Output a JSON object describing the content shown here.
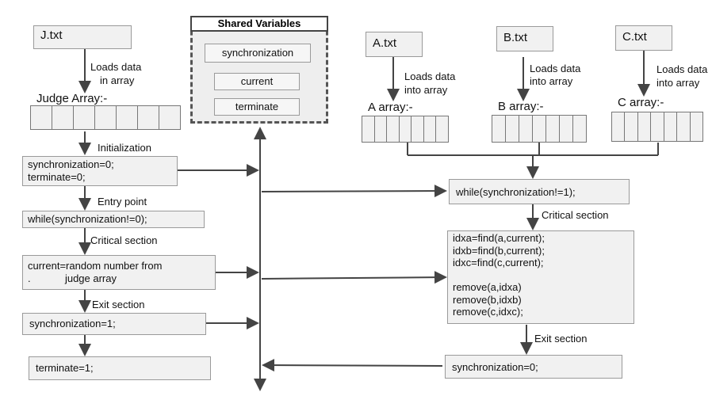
{
  "files": {
    "j": "J.txt",
    "a": "A.txt",
    "b": "B.txt",
    "c": "C.txt"
  },
  "loads": {
    "j": [
      "Loads data",
      "in array"
    ],
    "a": [
      "Loads data",
      "into array"
    ],
    "b": [
      "Loads data",
      "into array"
    ],
    "c": [
      "Loads data",
      "into array"
    ]
  },
  "arrays": {
    "judge": "Judge Array:-",
    "a": "A array:-",
    "b": "B array:-",
    "c": "C array:-"
  },
  "shared": {
    "title": "Shared Variables",
    "items": [
      "synchronization",
      "current",
      "terminate"
    ]
  },
  "left": {
    "initialization_label": "Initialization",
    "init_box": [
      "synchronization=0;",
      "terminate=0;"
    ],
    "entry_label": "Entry point",
    "while_box": "while(synchronization!=0);",
    "critical_label": "Critical section",
    "current_box": [
      "current=random number from",
      ".            judge array"
    ],
    "exit_label": "Exit section",
    "sync_box": "synchronization=1;",
    "terminate_box": "terminate=1;"
  },
  "right": {
    "while_box": "while(synchronization!=1);",
    "critical_label": "Critical section",
    "critical_box": [
      "idxa=find(a,current);",
      "idxb=find(b,current);",
      "idxc=find(c,current);",
      "",
      "remove(a,idxa)",
      "remove(b,idxb)",
      "remove(c,idxc);"
    ],
    "exit_label": "Exit section",
    "sync_box": "synchronization=0;"
  },
  "colors": {
    "line": "#444444",
    "box_fill": "#f1f1f1",
    "box_border": "#9a9a9a"
  }
}
